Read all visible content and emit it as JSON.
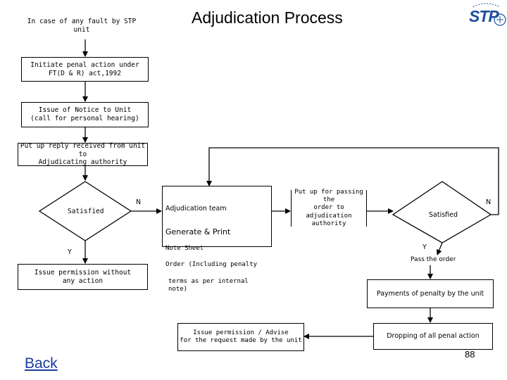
{
  "title": "Adjudication Process",
  "logo_text": "STP",
  "page_number": "88",
  "back_label": "Back",
  "nodes": {
    "fault": "In case of any fault by STP unit",
    "initiate": "Initiate penal action under\nFT(D & R) act,1992",
    "notice": "Issue of Notice to Unit\n(call for personal hearing)",
    "reply": "Put up reply received from unit to\nAdjudicating authority",
    "satisfied_left": "Satisfied",
    "adj_team": "Adjudication team",
    "generate": "Generate & Print",
    "note_sheet": "Note Sheet",
    "order": "Order (Including penalty",
    "order_terms": "terms as per internal note)",
    "put_up": "Put up for passing\nthe\norder to adjudication\nauthority",
    "satisfied_right": "Satisfied",
    "pass_order": "Pass the order",
    "issue_permission": "Issue permission without\nany action",
    "payments": "Payments of penalty by the unit",
    "issue_advise": "Issue permission / Advise\nfor the request made by the unit",
    "dropping": "Dropping of all penal action"
  },
  "labels": {
    "n_left": "N",
    "y_left": "Y",
    "n_right": "N",
    "y_right": "Y"
  },
  "colors": {
    "link": "#1a3d9e",
    "logo": "#1c4f9c"
  }
}
